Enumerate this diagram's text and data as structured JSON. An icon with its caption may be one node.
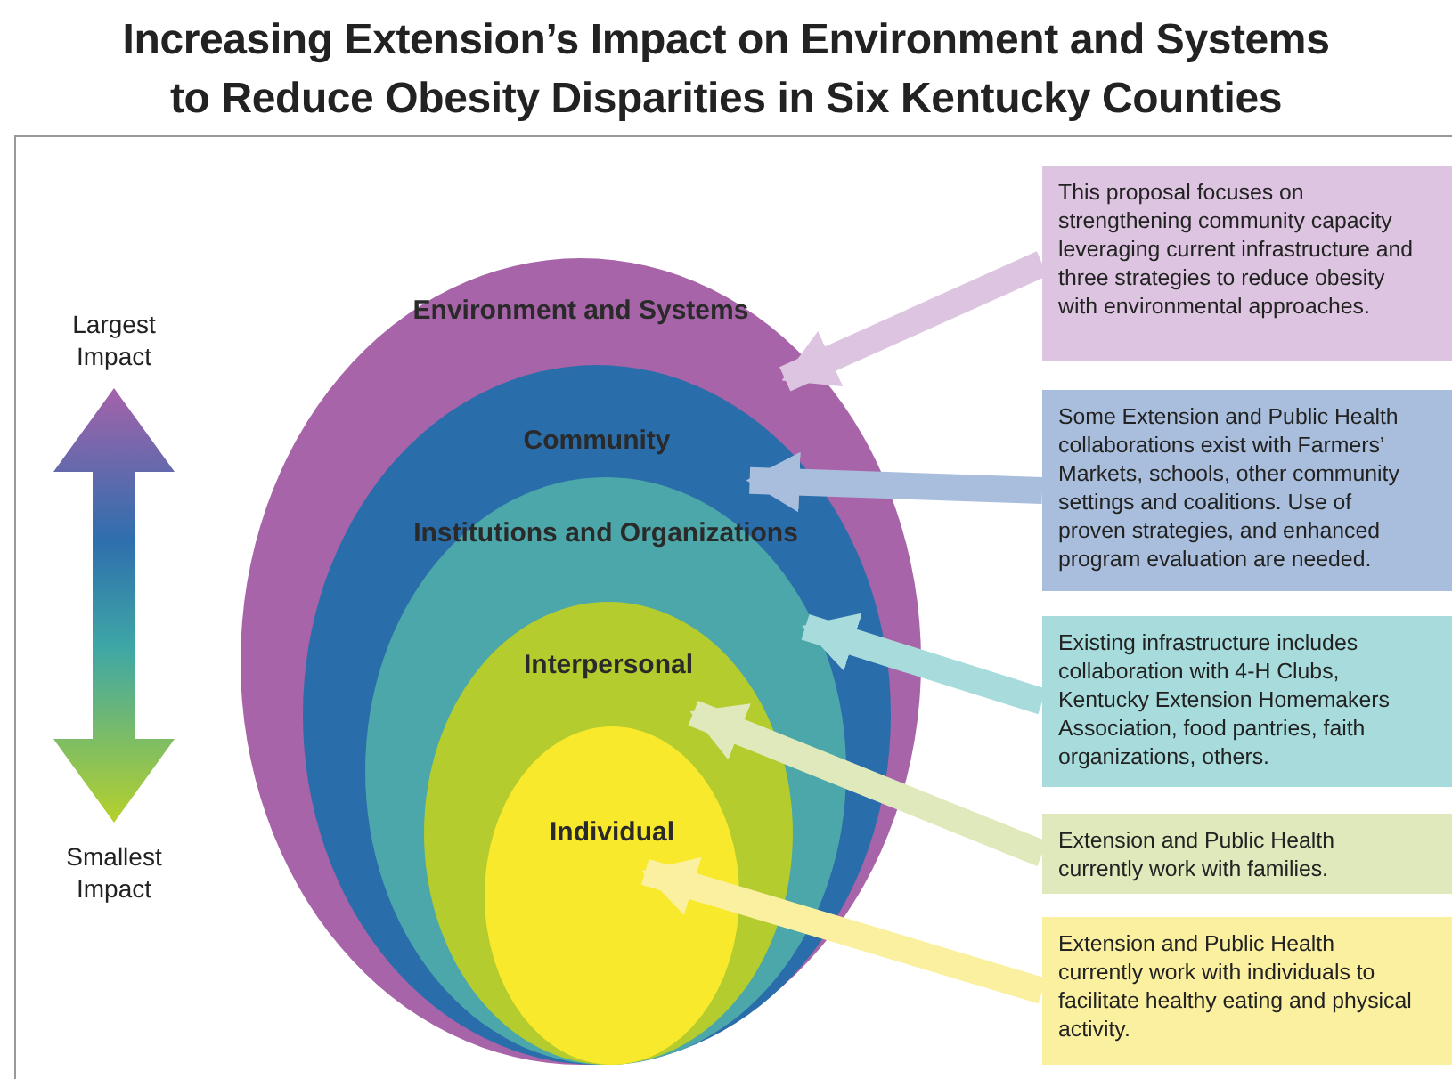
{
  "diagram": {
    "title": "Increasing Extension’s Impact on Environment and Systems to Reduce Obesity Disparities in Six Kentucky Counties",
    "nodes": [
      {
        "text": [
          "Environment and Systems"
        ]
      },
      {
        "text": [
          "Community"
        ],
        "in": 0
      },
      {
        "text": [
          "Institutions and Organizations"
        ],
        "in": 1
      },
      {
        "text": [
          "Interpersonal"
        ],
        "in": 2
      },
      {
        "text": [
          "Individual"
        ],
        "in": 3
      },
      {
        "text": [
          "This proposal focuses on strengthening community capacity leveraging current infrastructure and three strategies to reduce obesity with environmental approaches."
        ]
      },
      {
        "text": [
          "Some Extension and Public Health collaborations exist with Farmers’ Markets, schools, other community settings and coalitions. Use of proven strategies, and enhanced program evaluation are needed."
        ]
      },
      {
        "text": [
          "Existing infrastructure includes collaboration with 4-H Clubs, Kentucky Extension Homemakers Association, food pantries, faith organizations, others."
        ]
      },
      {
        "text": [
          "Extension and Public Health currently work with families."
        ]
      },
      {
        "text": [
          "Extension and Public Health currently work with individuals to facilitate healthy eating and physical activity."
        ]
      }
    ],
    "edges": [
      {
        "from": 5,
        "to": 0,
        "arrow": "to",
        "color": "#ddc4e0"
      },
      {
        "from": 6,
        "to": 1,
        "arrow": "to",
        "color": "#a9bedc"
      },
      {
        "from": 7,
        "to": 2,
        "arrow": "to",
        "color": "#a8dcdc"
      },
      {
        "from": 8,
        "to": 3,
        "arrow": "to",
        "color": "#dfe9bc"
      },
      {
        "from": 9,
        "to": 4,
        "arrow": "to",
        "color": "#fbf0a0"
      }
    ],
    "labels": [
      "Largest Impact",
      "Smallest Impact"
    ]
  }
}
